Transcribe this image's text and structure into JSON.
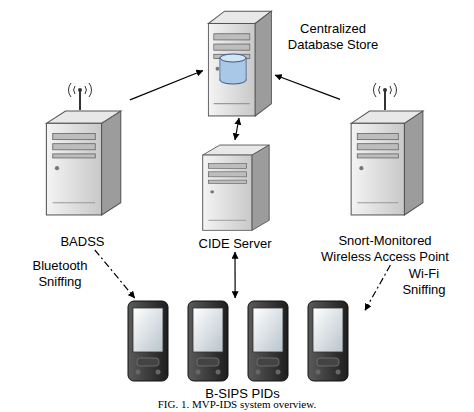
{
  "diagram": {
    "caption": "FIG. 1. MVP-IDS system overview.",
    "nodes": [
      {
        "text": [
          "Centralized Database Store"
        ]
      },
      {
        "text": [
          "BADSS"
        ]
      },
      {
        "text": [
          "CIDE Server"
        ]
      },
      {
        "text": [
          "Snort-Monitored Wireless Access Point"
        ]
      },
      {
        "text": [
          "B-SIPS PIDs"
        ]
      }
    ],
    "edges": [
      {
        "from": 1,
        "to": 0,
        "arrow": "to"
      },
      {
        "from": 3,
        "to": 0,
        "arrow": "to"
      },
      {
        "from": 2,
        "to": 0,
        "arrow": "both"
      },
      {
        "from": 2,
        "to": 4,
        "arrow": "both"
      },
      {
        "from": 1,
        "to": 4,
        "label": "Bluetooth Sniffing",
        "arrow": "to"
      },
      {
        "from": 3,
        "to": 4,
        "label": "Wi-Fi Sniffing",
        "arrow": "to"
      }
    ]
  }
}
